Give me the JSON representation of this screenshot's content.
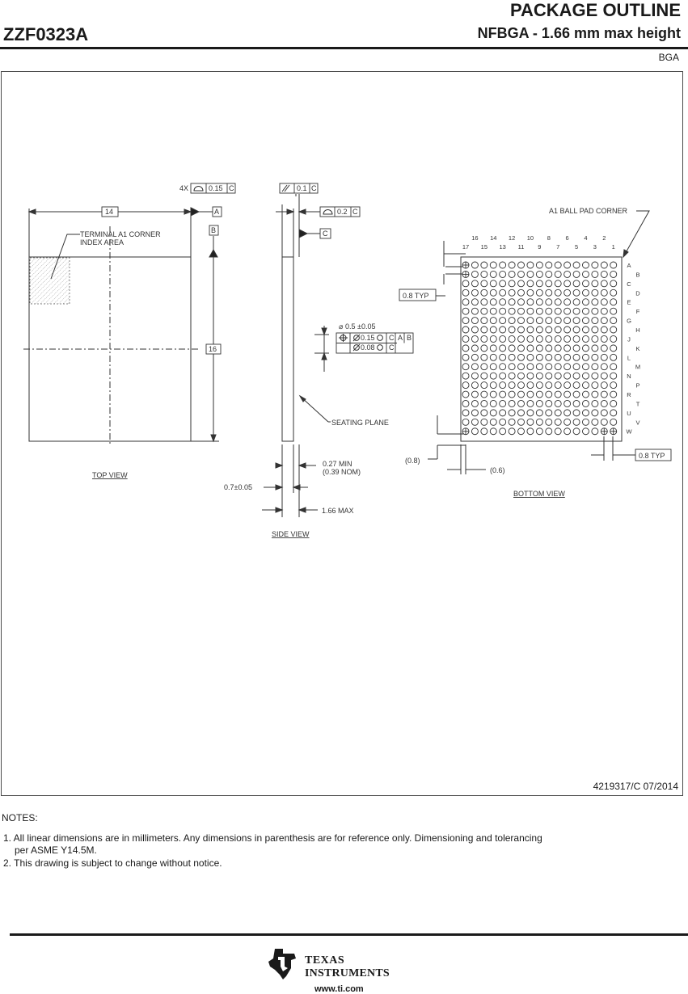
{
  "header": {
    "part_number": "ZZF0323A",
    "title": "PACKAGE OUTLINE",
    "subtitle": "NFBGA - 1.66 mm max height",
    "package_type": "BGA"
  },
  "top_view": {
    "width_dim": "14",
    "height_dim": "16",
    "datum_a": "A",
    "datum_b": "B",
    "corner_label_1": "TERMINAL A1 CORNER",
    "corner_label_2": "INDEX AREA",
    "caption": "TOP VIEW",
    "flatness_count": "4X",
    "flatness_value": "0.15",
    "flatness_datum": "C"
  },
  "side_view": {
    "parallel_value": "0.1",
    "parallel_datum": "C",
    "profile_value": "0.2",
    "profile_datum": "C",
    "datum_c": "C",
    "ball_dia": "0.5 ±0.05",
    "pos_tol_1": "0.15",
    "pos_tol_1_datums": [
      "C",
      "A",
      "B"
    ],
    "pos_tol_2": "0.08",
    "pos_tol_2_datums": [
      "C"
    ],
    "seating_plane": "SEATING PLANE",
    "standoff_min": "0.27  MIN",
    "standoff_nom": "(0.39 NOM)",
    "body_thickness": "0.7±0.05",
    "max_height": "1.66  MAX",
    "caption": "SIDE VIEW"
  },
  "bottom_view": {
    "corner_label": "A1  BALL  PAD  CORNER",
    "cols_top": [
      "16",
      "14",
      "12",
      "10",
      "8",
      "6",
      "4",
      "2"
    ],
    "cols_bottom": [
      "17",
      "15",
      "13",
      "11",
      "9",
      "7",
      "5",
      "3",
      "1"
    ],
    "rows_left": [
      "A",
      "C",
      "E",
      "G",
      "J",
      "L",
      "N",
      "R",
      "U",
      "W"
    ],
    "rows_right": [
      "B",
      "D",
      "F",
      "H",
      "K",
      "M",
      "P",
      "T",
      "V"
    ],
    "pitch_v": "0.8  TYP",
    "pitch_h": "0.8  TYP",
    "ref_y": "(0.8)",
    "ref_x": "(0.6)",
    "caption": "BOTTOM VIEW"
  },
  "drawing_number": "4219317/C  07/2014",
  "notes": {
    "heading": "NOTES:",
    "note1": "1. All linear dimensions are in millimeters. Any dimensions in parenthesis are for reference only. Dimensioning and tolerancing",
    "note1_cont": "per ASME Y14.5M.",
    "note2": "2. This drawing is subject to change without notice."
  },
  "footer": {
    "brand_line1": "TEXAS",
    "brand_line2": "INSTRUMENTS",
    "url": "www.ti.com"
  }
}
